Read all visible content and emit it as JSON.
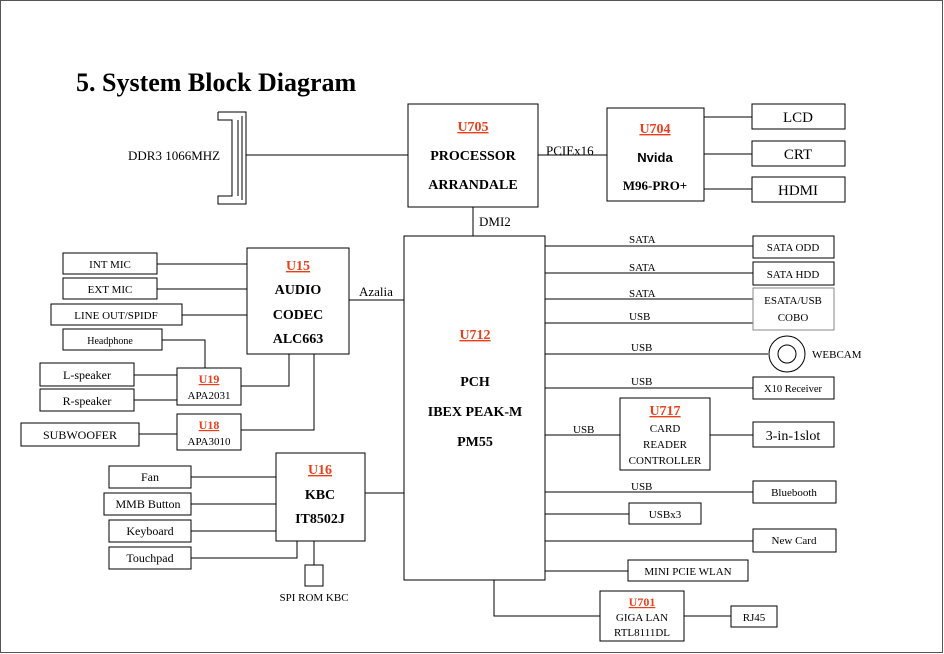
{
  "title": "5. System Block Diagram",
  "processor": {
    "ref": "U705",
    "line1": "PROCESSOR",
    "line2": "ARRANDALE"
  },
  "memory": {
    "label": "DDR3 1066MHZ"
  },
  "gpu": {
    "ref": "U704",
    "line1": "Nvida",
    "line2": "M96-PRO+",
    "link": "PCIEx16"
  },
  "displays": [
    "LCD",
    "CRT",
    "HDMI"
  ],
  "dmi": "DMI2",
  "pch": {
    "ref": "U712",
    "line1": "PCH",
    "line2": "IBEX PEAK-M",
    "line3": "PM55"
  },
  "audio": {
    "ref": "U15",
    "line1": "AUDIO",
    "line2": "CODEC",
    "line3": "ALC663",
    "link": "Azalia"
  },
  "audio_ports": [
    "INT MIC",
    "EXT MIC",
    "LINE OUT/SPIDF",
    "Headphone"
  ],
  "amp1": {
    "ref": "U19",
    "part": "APA2031"
  },
  "amp2": {
    "ref": "U18",
    "part": "APA3010"
  },
  "speakers": [
    "L-speaker",
    "R-speaker",
    "SUBWOOFER"
  ],
  "kbc": {
    "ref": "U16",
    "line1": "KBC",
    "line2": "IT8502J",
    "rom": "SPI ROM KBC"
  },
  "kbc_inputs": [
    "Fan",
    "MMB Button",
    "Keyboard",
    "Touchpad"
  ],
  "pch_links": {
    "sata1": "SATA",
    "sata2": "SATA",
    "sata3": "SATA",
    "usb1": "USB",
    "usb2": "USB",
    "usb3": "USB",
    "usb4": "USB",
    "usb5": "USB"
  },
  "devices": {
    "sata_odd": "SATA ODD",
    "sata_hdd": "SATA HDD",
    "esata_1": "ESATA/USB",
    "esata_2": "COBO",
    "webcam": "WEBCAM",
    "x10": "X10 Receiver",
    "bluetooth": "Bluebooth",
    "usbx3": "USBx3",
    "new_card": "New Card",
    "wlan": "MINI  PCIE WLAN",
    "slot": "3-in-1slot",
    "rj45": "RJ45"
  },
  "card_reader": {
    "ref": "U717",
    "line1": "CARD",
    "line2": "READER",
    "line3": "CONTROLLER"
  },
  "lan": {
    "ref": "U701",
    "line1": "GIGA LAN",
    "line2": "RTL8111DL"
  }
}
